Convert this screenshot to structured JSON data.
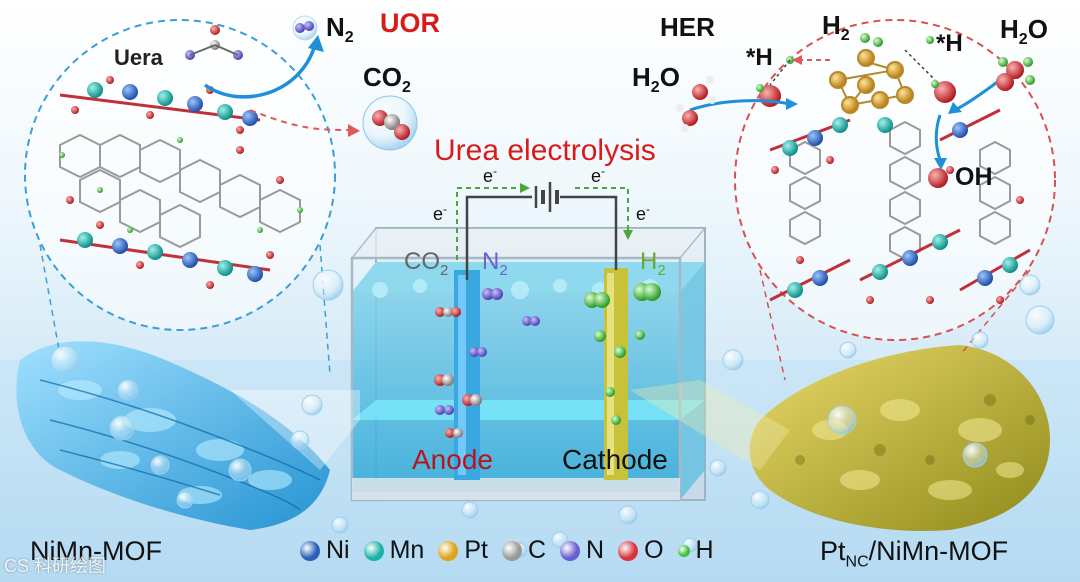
{
  "labels": {
    "uor": "UOR",
    "her": "HER",
    "urea_electrolysis": "Urea electrolysis",
    "uera": "Uera",
    "n2_top": "N",
    "n2_top_sub": "2",
    "co2_top": "CO",
    "co2_top_sub": "2",
    "h2_top": "H",
    "h2_top_sub": "2",
    "h2o_right": "H",
    "h2o_right_sub": "2",
    "h2o_right_tail": "O",
    "h2o_left": "H",
    "h2o_left_sub": "2",
    "h2o_left_tail": "O",
    "star_h_left": "*H",
    "star_h_right": "*H",
    "oh": "OH",
    "electron": "e",
    "electron_sup": "-",
    "co2_cell": "CO",
    "co2_cell_sub": "2",
    "n2_cell": "N",
    "n2_cell_sub": "2",
    "h2_cell": "H",
    "h2_cell_sub": "2",
    "anode": "Anode",
    "cathode": "Cathode",
    "left_material": "NiMn-MOF",
    "right_material_prefix": "Pt",
    "right_material_sub": "NC",
    "right_material_suffix": "/NiMn-MOF",
    "watermark": "CS 科研绘图"
  },
  "legend": [
    {
      "label": "Ni",
      "color": "#2a5fb8",
      "icon": "ni-sphere-icon"
    },
    {
      "label": "Mn",
      "color": "#1bb3a8",
      "icon": "mn-sphere-icon"
    },
    {
      "label": "Pt",
      "color": "#e0a21a",
      "icon": "pt-sphere-icon"
    },
    {
      "label": "C",
      "color": "#9a9a9a",
      "icon": "c-sphere-icon"
    },
    {
      "label": "N",
      "color": "#6a5fd0",
      "icon": "n-sphere-icon"
    },
    {
      "label": "O",
      "color": "#d8343a",
      "icon": "o-sphere-icon"
    },
    {
      "label": "H",
      "color": "#3fbf3a",
      "icon": "h-sphere-icon"
    }
  ],
  "colors": {
    "uor": "#d81c1c",
    "title": "#d81c1c",
    "anode": "#b8141c",
    "wire_dash": "#4aa83a",
    "left_circle": "#3a9fd8",
    "right_circle": "#d85050"
  }
}
